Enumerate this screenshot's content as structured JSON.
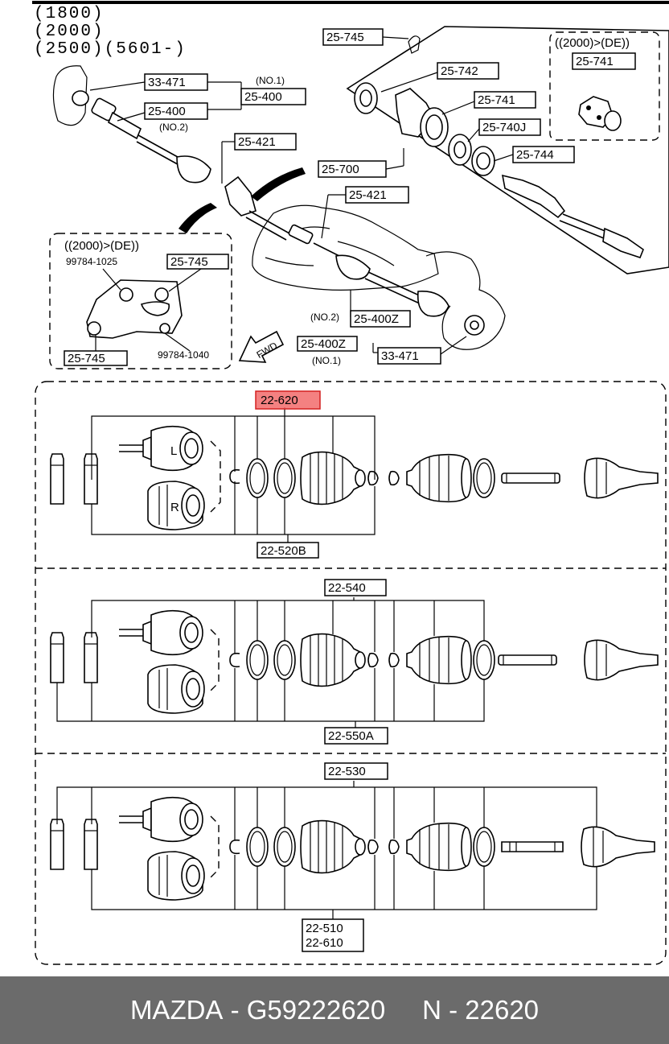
{
  "header_lines": [
    "(1800)",
    "(2000)",
    "(2500)(5601-)"
  ],
  "callouts": {
    "c_25745_top": "25-745",
    "c_33471_top": "33-471",
    "c_25400_top": "25-400",
    "c_no1_top": "(NO.1)",
    "c_25400_right": "25-400",
    "c_no2_top": "(NO.2)",
    "c_25742": "25-742",
    "c_25741_box": "25-741",
    "c_25741": "25-741",
    "c_25740j": "25-740J",
    "c_25744": "25-744",
    "c_25421_a": "25-421",
    "c_25421_b": "25-421",
    "c_25700": "25-700",
    "c_99784_1025": "99784-1025",
    "c_25745_inset": "25-745",
    "c_25745_inset_b": "25-745",
    "c_99784_1040": "99784-1040",
    "c_no2_b": "(NO.2)",
    "c_25400z_a": "25-400Z",
    "c_25400z_b": "25-400Z",
    "c_no1_b": "(NO.1)",
    "c_33471_b": "33-471"
  },
  "insets": {
    "de_2000_left": "((2000)>(DE))",
    "de_2000_right": "((2000)>(DE))"
  },
  "fwd_label": "FWD",
  "joint_marks": {
    "left": "L",
    "right": "R"
  },
  "sections": [
    {
      "top_label": "22-620",
      "bottom_label": "22-520B",
      "highlighted": true
    },
    {
      "top_label": "22-540",
      "bottom_label": "22-550A"
    },
    {
      "top_label": "22-530",
      "bottom_labels": [
        "22-510",
        "22-610"
      ]
    }
  ],
  "footer": {
    "brand": "MAZDA",
    "sep": " - ",
    "part": "G59222620",
    "gap": "     ",
    "ref": "N - 22620"
  },
  "colors": {
    "highlight": "#f26b6b",
    "highlight_border": "#d42020",
    "footer_bg": "#6b6b6b",
    "footer_text": "#ffffff"
  }
}
